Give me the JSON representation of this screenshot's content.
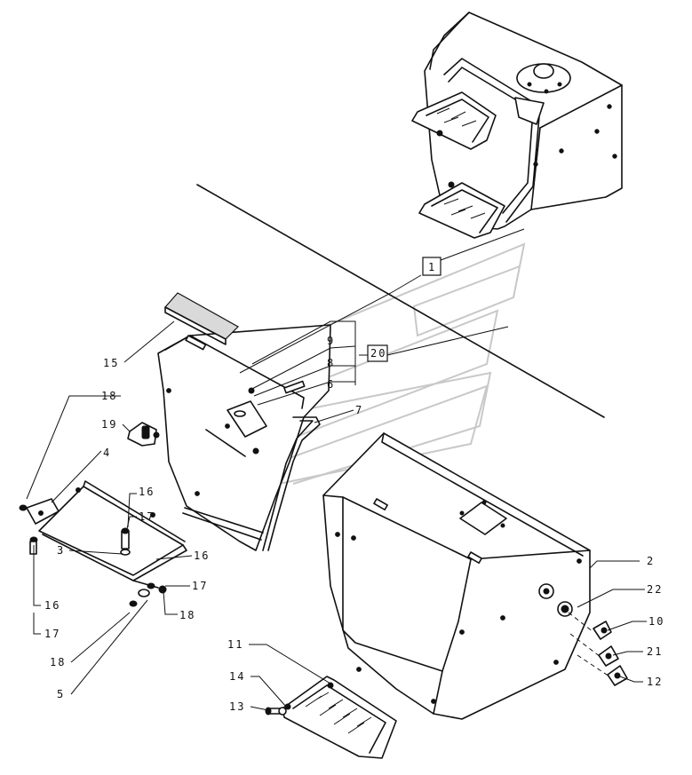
{
  "callouts": {
    "c1": "1",
    "c2": "2",
    "c3": "3",
    "c4": "4",
    "c5": "5",
    "c6": "6",
    "c7": "7",
    "c8": "8",
    "c9": "9",
    "c10": "10",
    "c11": "11",
    "c12": "12",
    "c13": "13",
    "c14": "14",
    "c15": "15",
    "c16a": "16",
    "c16b": "16",
    "c16c": "16",
    "c17a": "17",
    "c17b": "17",
    "c17c": "17",
    "c18a": "18",
    "c18b": "18",
    "c18c": "18",
    "c19": "19",
    "c20": "20",
    "c21": "21",
    "c22": "22"
  }
}
